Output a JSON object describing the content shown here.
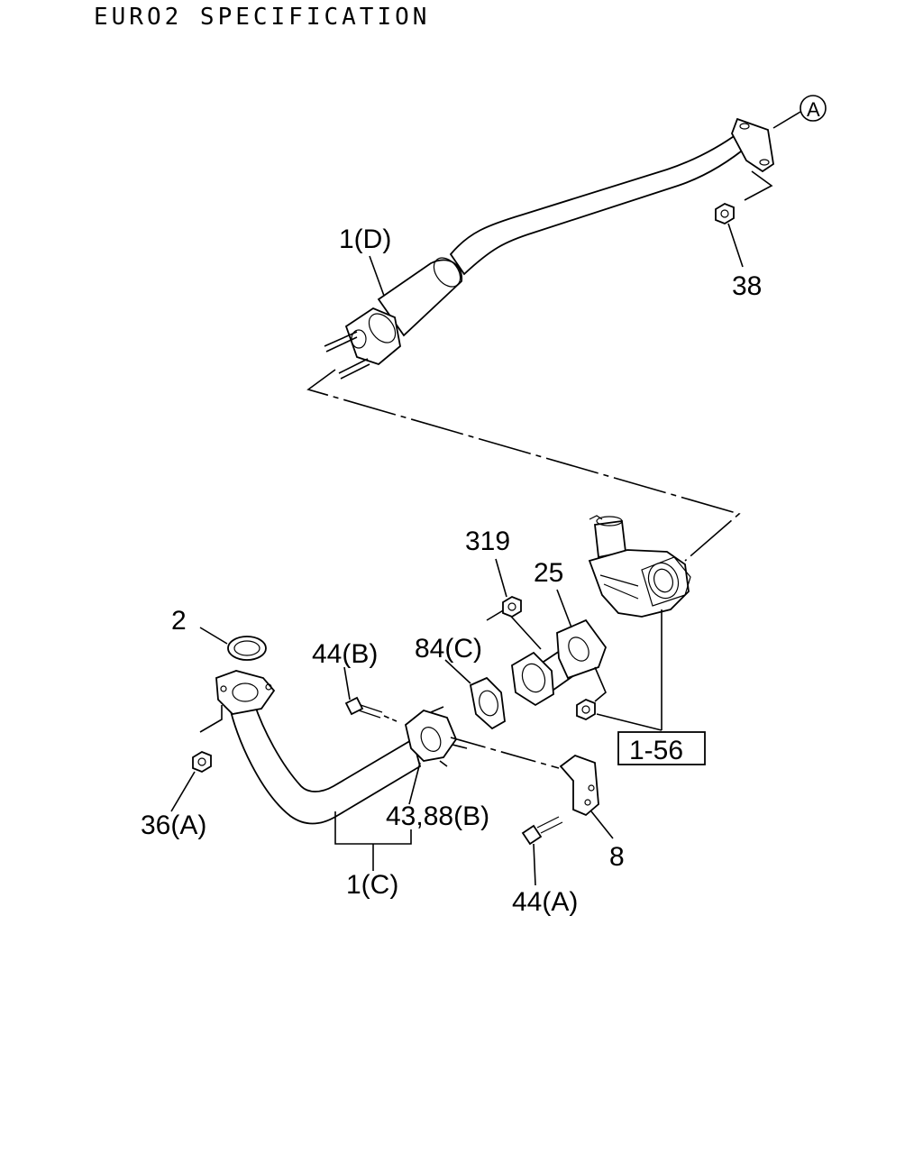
{
  "title": "EURO2 SPECIFICATION",
  "callouts": {
    "ref_a": "A",
    "p1d": "1(D)",
    "p38": "38",
    "p319": "319",
    "p25": "25",
    "p2": "2",
    "p44b": "44(B)",
    "p84c": "84(C)",
    "p36a": "36(A)",
    "p43_88b": "43,88(B)",
    "p1c": "1(C)",
    "p44a": "44(A)",
    "p8": "8",
    "ref_1_56": "1-56"
  }
}
